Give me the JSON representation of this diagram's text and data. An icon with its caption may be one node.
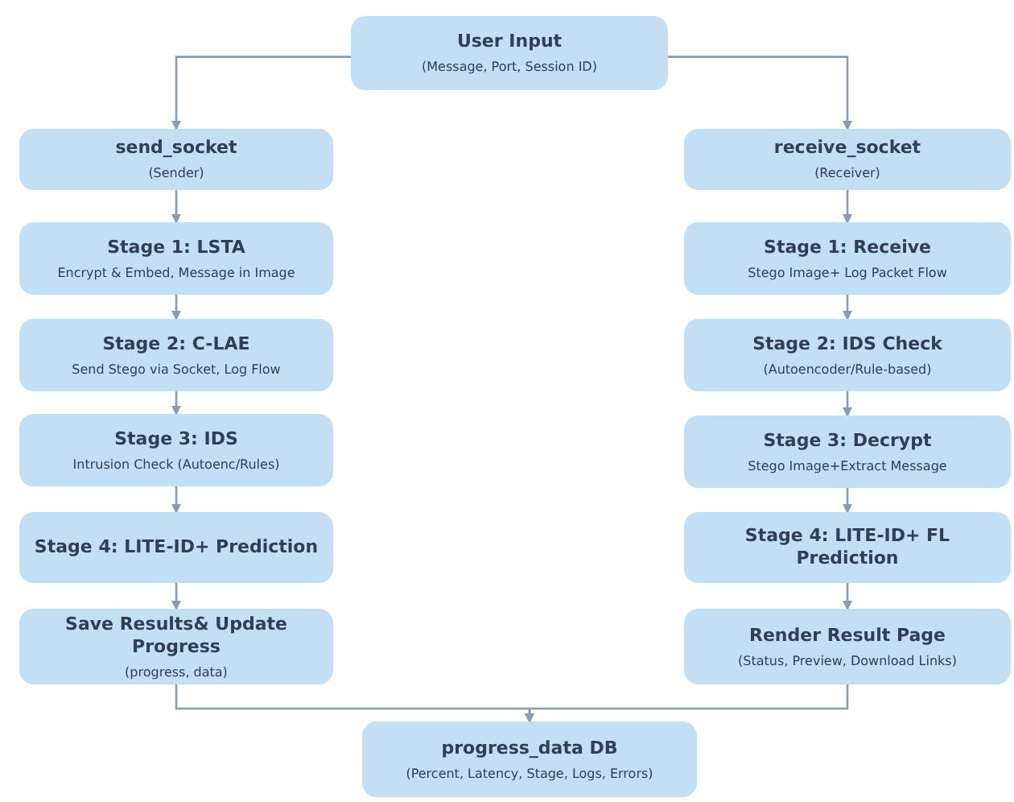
{
  "diagram": {
    "nodes": [
      {
        "text": [
          "User Input",
          "(Message, Port, Session ID)"
        ]
      },
      {
        "text": [
          "send_socket",
          "(Sender)"
        ]
      },
      {
        "text": [
          "Stage 1: LSTA",
          "Encrypt & Embed, Message in Image"
        ]
      },
      {
        "text": [
          "Stage 2: C-LAE",
          "Send Stego via Socket, Log Flow"
        ]
      },
      {
        "text": [
          "Stage 3: IDS",
          "Intrusion Check (Autoenc/Rules)"
        ]
      },
      {
        "text": [
          "Stage 4: LITE-ID+ Prediction"
        ]
      },
      {
        "text": [
          "Save Results& Update Progress",
          "(progress, data)"
        ]
      },
      {
        "text": [
          "receive_socket",
          "(Receiver)"
        ]
      },
      {
        "text": [
          "Stage 1: Receive",
          "Stego Image+ Log Packet Flow"
        ]
      },
      {
        "text": [
          "Stage 2: IDS Check",
          "(Autoencoder/Rule-based)"
        ]
      },
      {
        "text": [
          "Stage 3: Decrypt",
          "Stego Image+Extract Message"
        ]
      },
      {
        "text": [
          "Stage 4: LITE-ID+ FL Prediction"
        ]
      },
      {
        "text": [
          "Render Result Page",
          "(Status, Preview, Download Links)"
        ]
      },
      {
        "text": [
          "progress_data DB",
          "(Percent, Latency, Stage, Logs, Errors)"
        ]
      }
    ],
    "edges": [
      {
        "from": 0,
        "to": 1,
        "arrow": "to"
      },
      {
        "from": 0,
        "to": 7,
        "arrow": "to"
      },
      {
        "from": 1,
        "to": 2,
        "arrow": "to"
      },
      {
        "from": 2,
        "to": 3,
        "arrow": "to"
      },
      {
        "from": 3,
        "to": 4,
        "arrow": "to"
      },
      {
        "from": 4,
        "to": 5,
        "arrow": "to"
      },
      {
        "from": 5,
        "to": 6,
        "arrow": "to"
      },
      {
        "from": 7,
        "to": 8,
        "arrow": "to"
      },
      {
        "from": 8,
        "to": 9,
        "arrow": "to"
      },
      {
        "from": 9,
        "to": 10,
        "arrow": "to"
      },
      {
        "from": 10,
        "to": 11,
        "arrow": "to"
      },
      {
        "from": 11,
        "to": 12,
        "arrow": "to"
      },
      {
        "from": 6,
        "to": 13,
        "arrow": "to"
      },
      {
        "from": 12,
        "to": 13,
        "arrow": "to"
      }
    ]
  }
}
